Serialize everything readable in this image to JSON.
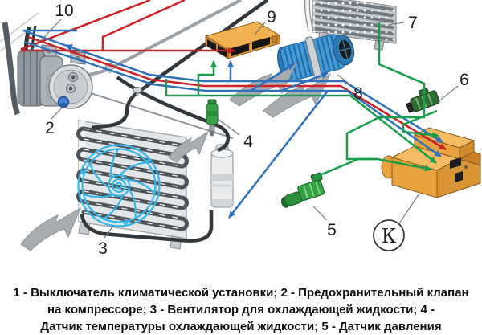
{
  "diagram": {
    "callouts": {
      "c2": "2",
      "c3": "3",
      "c4": "4",
      "c5": "5",
      "c6": "6",
      "c7": "7",
      "c8": "8",
      "c9": "9",
      "c10": "10",
      "k": "К"
    },
    "colors": {
      "red_line": "#cc2127",
      "blue_line": "#2e72bd",
      "green_line": "#189e4a",
      "gray_pipe": "#9aa0a5",
      "black_pipe": "#33383c",
      "fan_cyan": "#35b6e8",
      "orange_component": "#f3b04e",
      "connector_green": "#35a344",
      "airflow_arrow": "#a8adb2"
    },
    "components": [
      "compressor",
      "compressor-clutch",
      "safety-valve",
      "condenser-fan",
      "receiver-drier",
      "pressure-switch",
      "connector-5",
      "connector-6",
      "evaporator",
      "blower",
      "control-module",
      "relay-block-K"
    ]
  },
  "caption": {
    "line1": "1 - Выключатель климатической установки; 2 - Предохранительный клапан",
    "line2": "на компрессоре; 3 - Вентилятор для охлаждающей жидкости; 4 -",
    "line3_clipped": "Датчик температуры охлаждающей жидкости; 5 - Датчик давления",
    "items": [
      {
        "num": "1",
        "text": "Выключатель климатической установки"
      },
      {
        "num": "2",
        "text": "Предохранительный клапан на компрессоре"
      },
      {
        "num": "3",
        "text": "Вентилятор для охлаждающей жидкости"
      }
    ]
  }
}
